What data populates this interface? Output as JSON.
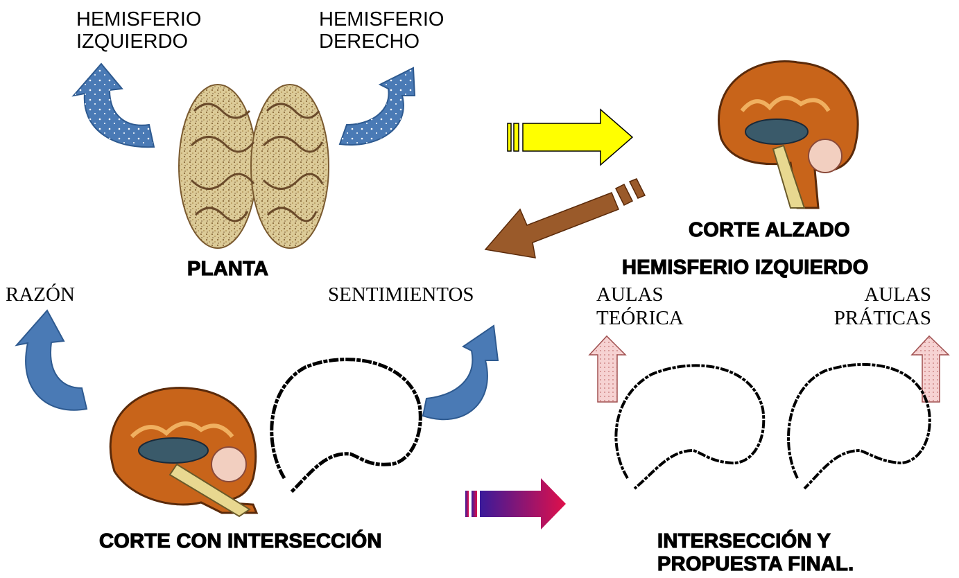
{
  "labels": {
    "left_hemisphere": "HEMISFERIO\nIZQUIERDO",
    "right_hemisphere": "HEMISFERIO\nDERECHO",
    "planta": "PLANTA",
    "corte_alzado": "CORTE ALZADO",
    "hemisferio_izquierdo": "HEMISFERIO IZQUIERDO",
    "razon": "RAZÓN",
    "sentimientos": "SENTIMIENTOS",
    "aulas_teorica": "AULAS\nTEÓRICA",
    "aulas_praticas": "AULAS\nPRÁTICAS",
    "corte_interseccion": "CORTE CON INTERSECCIÓN",
    "interseccion_final": "INTERSECCIÓN  Y\nPROPUESTA FINAL."
  },
  "colors": {
    "curved_arrow": "#4a7ab5",
    "yellow_arrow": "#ffff00",
    "brown_arrow": "#9a5a2a",
    "purple_arrow_start": "#3a1a9a",
    "purple_arrow_end": "#e0104a",
    "pink_arrow": "#f2c8c8",
    "brain_texture": "#d4c08a",
    "brain_orange": "#c8641a"
  }
}
